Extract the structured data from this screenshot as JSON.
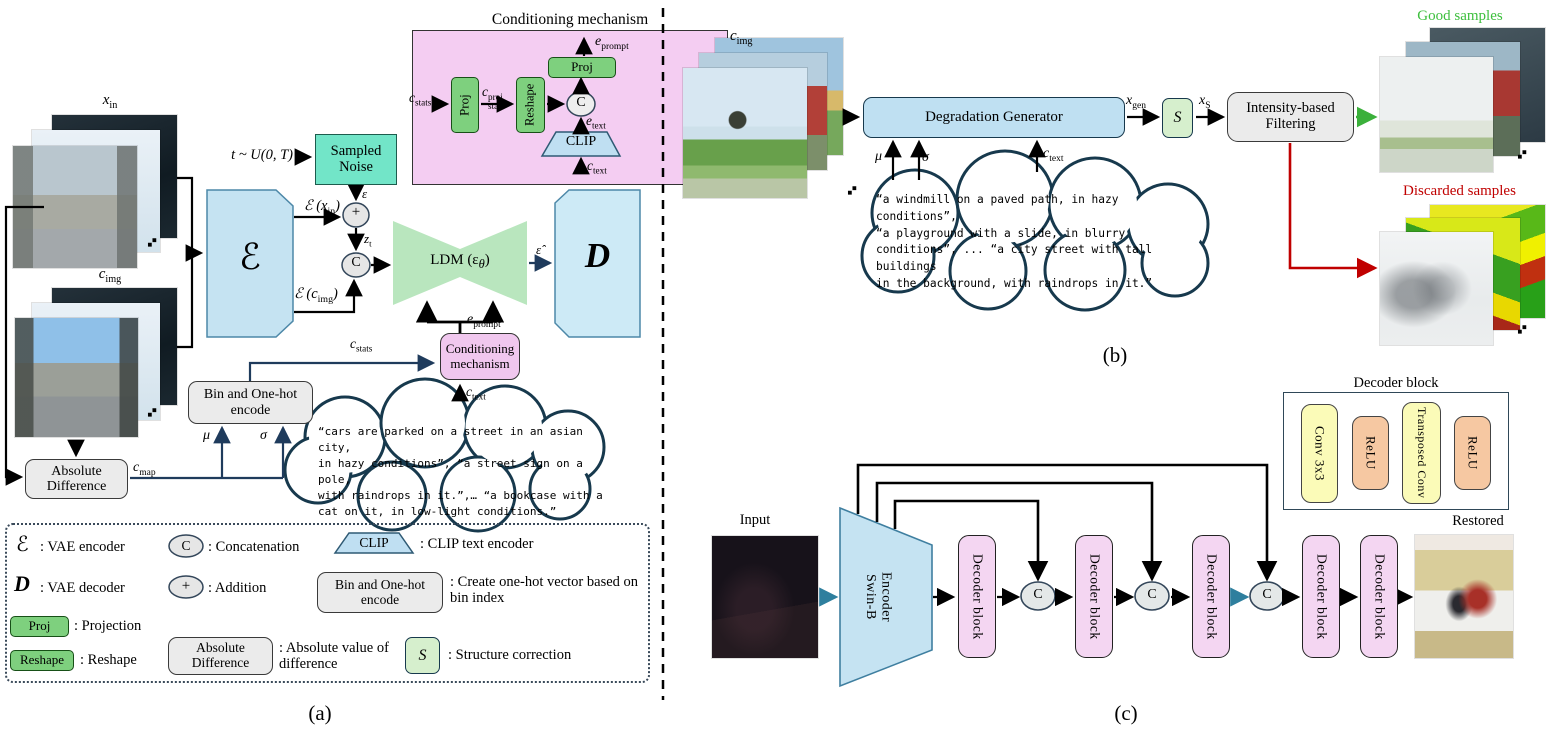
{
  "colors": {
    "panel_blue": "#c5e3f2",
    "mint": "#72e5c8",
    "pink_panel": "#f4cdf2",
    "green_box": "#7ed07e",
    "ldm_green": "#b9e6be",
    "gray_box": "#ebebeb",
    "s_green": "#d6efcd",
    "decoder_pink": "#f4d6f2",
    "conv_yellow": "#fbfbb8",
    "relu_orange": "#f6c8a2",
    "cloud_stroke": "#17394d",
    "navy_arrow": "#1f3b5c",
    "blue_arrow": "#2e7f9e",
    "good_green": "#3dbf3d",
    "red": "#c00000"
  },
  "dots": "◆◆",
  "panel_a": {
    "caption": "(a)",
    "xin": [
      "x",
      "in"
    ],
    "cimg": [
      "c",
      "img"
    ],
    "t_dist": "t ~ U(0, T)",
    "sampled_noise": "Sampled Noise",
    "enc_sym": "ℰ",
    "dec_sym": "D",
    "eps": "ε",
    "eps_hat": "ε̂",
    "plus": "+",
    "concat": "C",
    "zt": [
      "z",
      "t"
    ],
    "enc_xin": [
      "ℰ (x",
      "in",
      ")"
    ],
    "enc_cimg": [
      "ℰ (c",
      "img",
      ")"
    ],
    "ldm": [
      "LDM (ε",
      "θ",
      ")"
    ],
    "e_prompt": [
      "e",
      "prompt"
    ],
    "c_stats": [
      "c",
      "stats"
    ],
    "c_text": [
      "c",
      "text"
    ],
    "c_map": [
      "c",
      "map"
    ],
    "mu": "μ",
    "sigma": "σ",
    "cond_title": "Conditioning mechanism",
    "cond": {
      "c_stats": [
        "c",
        "stats"
      ],
      "proj1": "Proj",
      "c_stats_proj": [
        "c",
        "proj",
        "stats"
      ],
      "reshape": "Reshape",
      "concat": "C",
      "proj2": "Proj",
      "e_prompt": [
        "e",
        "prompt"
      ],
      "e_text": [
        "e",
        "text"
      ],
      "clip": "CLIP",
      "c_text": [
        "c",
        "text"
      ]
    },
    "cond_mech": "Conditioning mechanism",
    "bin_encode": "Bin and One-hot encode",
    "abs_diff": "Absolute Difference",
    "cloud": [
      "“cars are parked on a street in an asian city,",
      "in hazy conditions”, “a street sign on a pole,",
      "with raindrops in it.”,… “a bookcase with a",
      "cat on it, in low-light conditions.”"
    ]
  },
  "legend": {
    "enc_sym": "ℰ",
    "enc_desc": ": VAE encoder",
    "dec_sym": "D",
    "dec_desc": ": VAE decoder",
    "proj_label": "Proj",
    "proj_desc": ": Projection",
    "reshape_label": "Reshape",
    "reshape_desc": ": Reshape",
    "concat_sym": "C",
    "concat_desc": ": Concatenation",
    "plus_sym": "+",
    "plus_desc": ": Addition",
    "clip_label": "CLIP",
    "clip_desc": ": CLIP text encoder",
    "bin_label": "Bin and One-hot encode",
    "bin_desc": ": Create one-hot vector based on bin index",
    "absdiff_label": "Absolute Difference",
    "absdiff_desc": ": Absolute value of difference",
    "s_sym": "S",
    "s_desc": ": Structure correction"
  },
  "panel_b": {
    "caption": "(b)",
    "cimg": [
      "c",
      "img"
    ],
    "deg_gen": "Degradation Generator",
    "mu": "μ",
    "sigma": "σ",
    "c_text": [
      "c",
      "text"
    ],
    "x_gen": [
      "x",
      "gen"
    ],
    "s_sym": "S",
    "x_s": [
      "x",
      "S"
    ],
    "filtering": "Intensity-based Filtering",
    "good": "Good samples",
    "discarded": "Discarded samples",
    "cloud": [
      "“a windmill on a paved path, in hazy conditions”,",
      "“a playground with a slide, in blurry",
      "conditions”, ... “a city street with tall buildings",
      "in the background, with raindrops in it.”"
    ]
  },
  "panel_c": {
    "caption": "(c)",
    "block_title": "Decoder block",
    "conv": "Conv 3x3",
    "relu": "ReLU",
    "tconv": "Transposed Conv",
    "relu2": "ReLU",
    "input": "Input",
    "swin": [
      "Swin-B",
      "Encoder"
    ],
    "dec_block": "Decoder block",
    "concat": "C",
    "restored": "Restored"
  }
}
